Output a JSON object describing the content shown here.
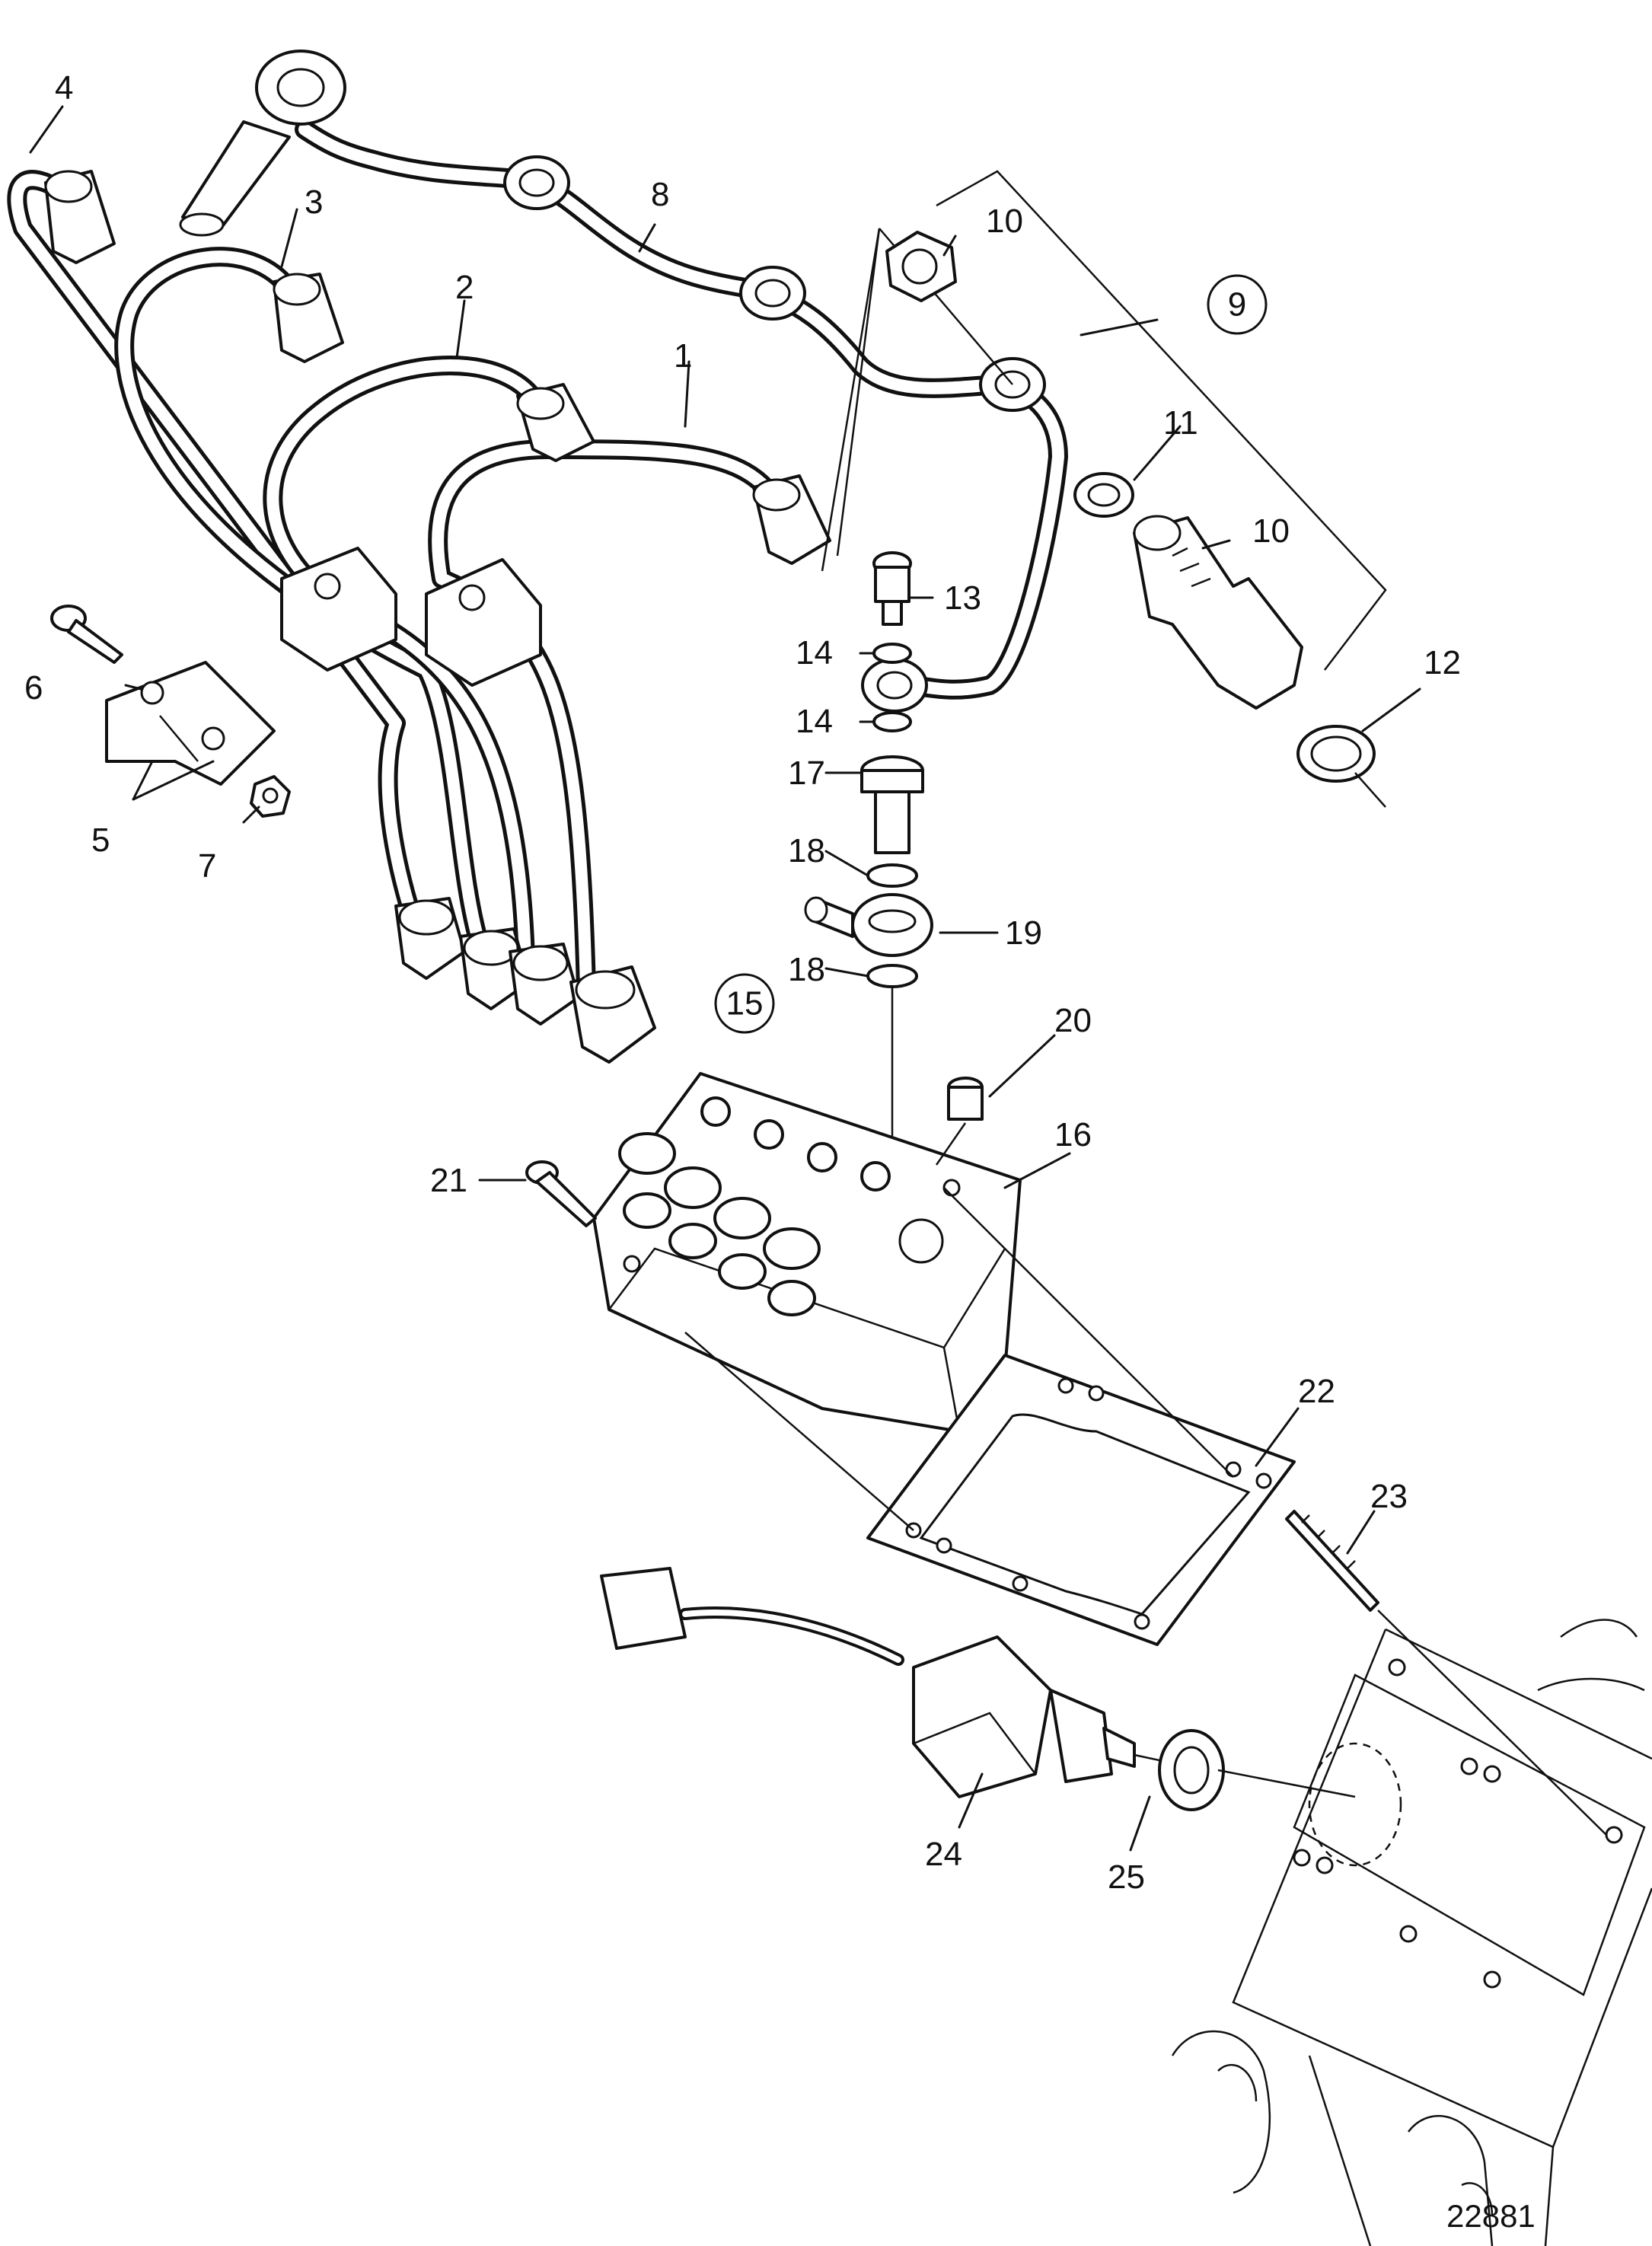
{
  "callouts": [
    {
      "id": "1",
      "text": "1"
    },
    {
      "id": "2",
      "text": "2"
    },
    {
      "id": "3",
      "text": "3"
    },
    {
      "id": "4",
      "text": "4"
    },
    {
      "id": "5",
      "text": "5"
    },
    {
      "id": "6",
      "text": "6"
    },
    {
      "id": "7",
      "text": "7"
    },
    {
      "id": "8",
      "text": "8"
    },
    {
      "id": "9",
      "text": "9"
    },
    {
      "id": "10a",
      "text": "10"
    },
    {
      "id": "10b",
      "text": "10"
    },
    {
      "id": "11",
      "text": "11"
    },
    {
      "id": "12",
      "text": "12"
    },
    {
      "id": "13",
      "text": "13"
    },
    {
      "id": "14a",
      "text": "14"
    },
    {
      "id": "14b",
      "text": "14"
    },
    {
      "id": "15",
      "text": "15"
    },
    {
      "id": "16",
      "text": "16"
    },
    {
      "id": "17",
      "text": "17"
    },
    {
      "id": "18a",
      "text": "18"
    },
    {
      "id": "18b",
      "text": "18"
    },
    {
      "id": "19",
      "text": "19"
    },
    {
      "id": "20",
      "text": "20"
    },
    {
      "id": "21",
      "text": "21"
    },
    {
      "id": "22",
      "text": "22"
    },
    {
      "id": "23",
      "text": "23"
    },
    {
      "id": "24",
      "text": "24"
    },
    {
      "id": "25",
      "text": "25"
    }
  ],
  "figure_number": "22881"
}
